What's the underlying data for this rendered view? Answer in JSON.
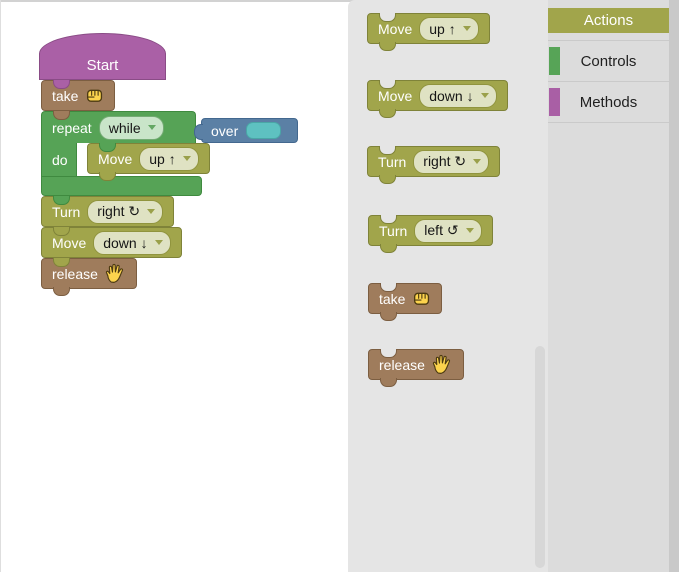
{
  "workspace": {
    "start": {
      "label": "Start"
    },
    "take": {
      "label": "take"
    },
    "repeat": {
      "label": "repeat",
      "condition_value": "while",
      "do_label": "do"
    },
    "over": {
      "label": "over"
    },
    "nested_move": {
      "label": "Move",
      "value": "up ↑"
    },
    "turn_right": {
      "label": "Turn",
      "value": "right ↻"
    },
    "move_down": {
      "label": "Move",
      "value": "down ↓"
    },
    "release": {
      "label": "release"
    }
  },
  "palette": {
    "blocks": [
      {
        "label": "Move",
        "value": "up ↑"
      },
      {
        "label": "Move",
        "value": "down ↓"
      },
      {
        "label": "Turn",
        "value": "right ↻"
      },
      {
        "label": "Turn",
        "value": "left ↺"
      },
      {
        "label": "take",
        "icon": "fist-icon"
      },
      {
        "label": "release",
        "icon": "open-hand-icon"
      }
    ]
  },
  "categories": [
    {
      "label": "Actions",
      "color": "#a1a54b",
      "selected": true
    },
    {
      "label": "Controls",
      "color": "#57a457",
      "selected": false
    },
    {
      "label": "Methods",
      "color": "#a95fa5",
      "selected": false
    }
  ],
  "colors": {
    "action_olive": "#a1a54b",
    "control_green": "#56a356",
    "method_purple": "#aa60a6",
    "object_brown": "#9f7c5c",
    "logic_blue": "#5b80a5",
    "value_teal": "#5ec1c1",
    "workspace_bg": "#ffffff",
    "flyout_bg": "#e5e5e5",
    "category_bg": "#dcdcdc"
  }
}
